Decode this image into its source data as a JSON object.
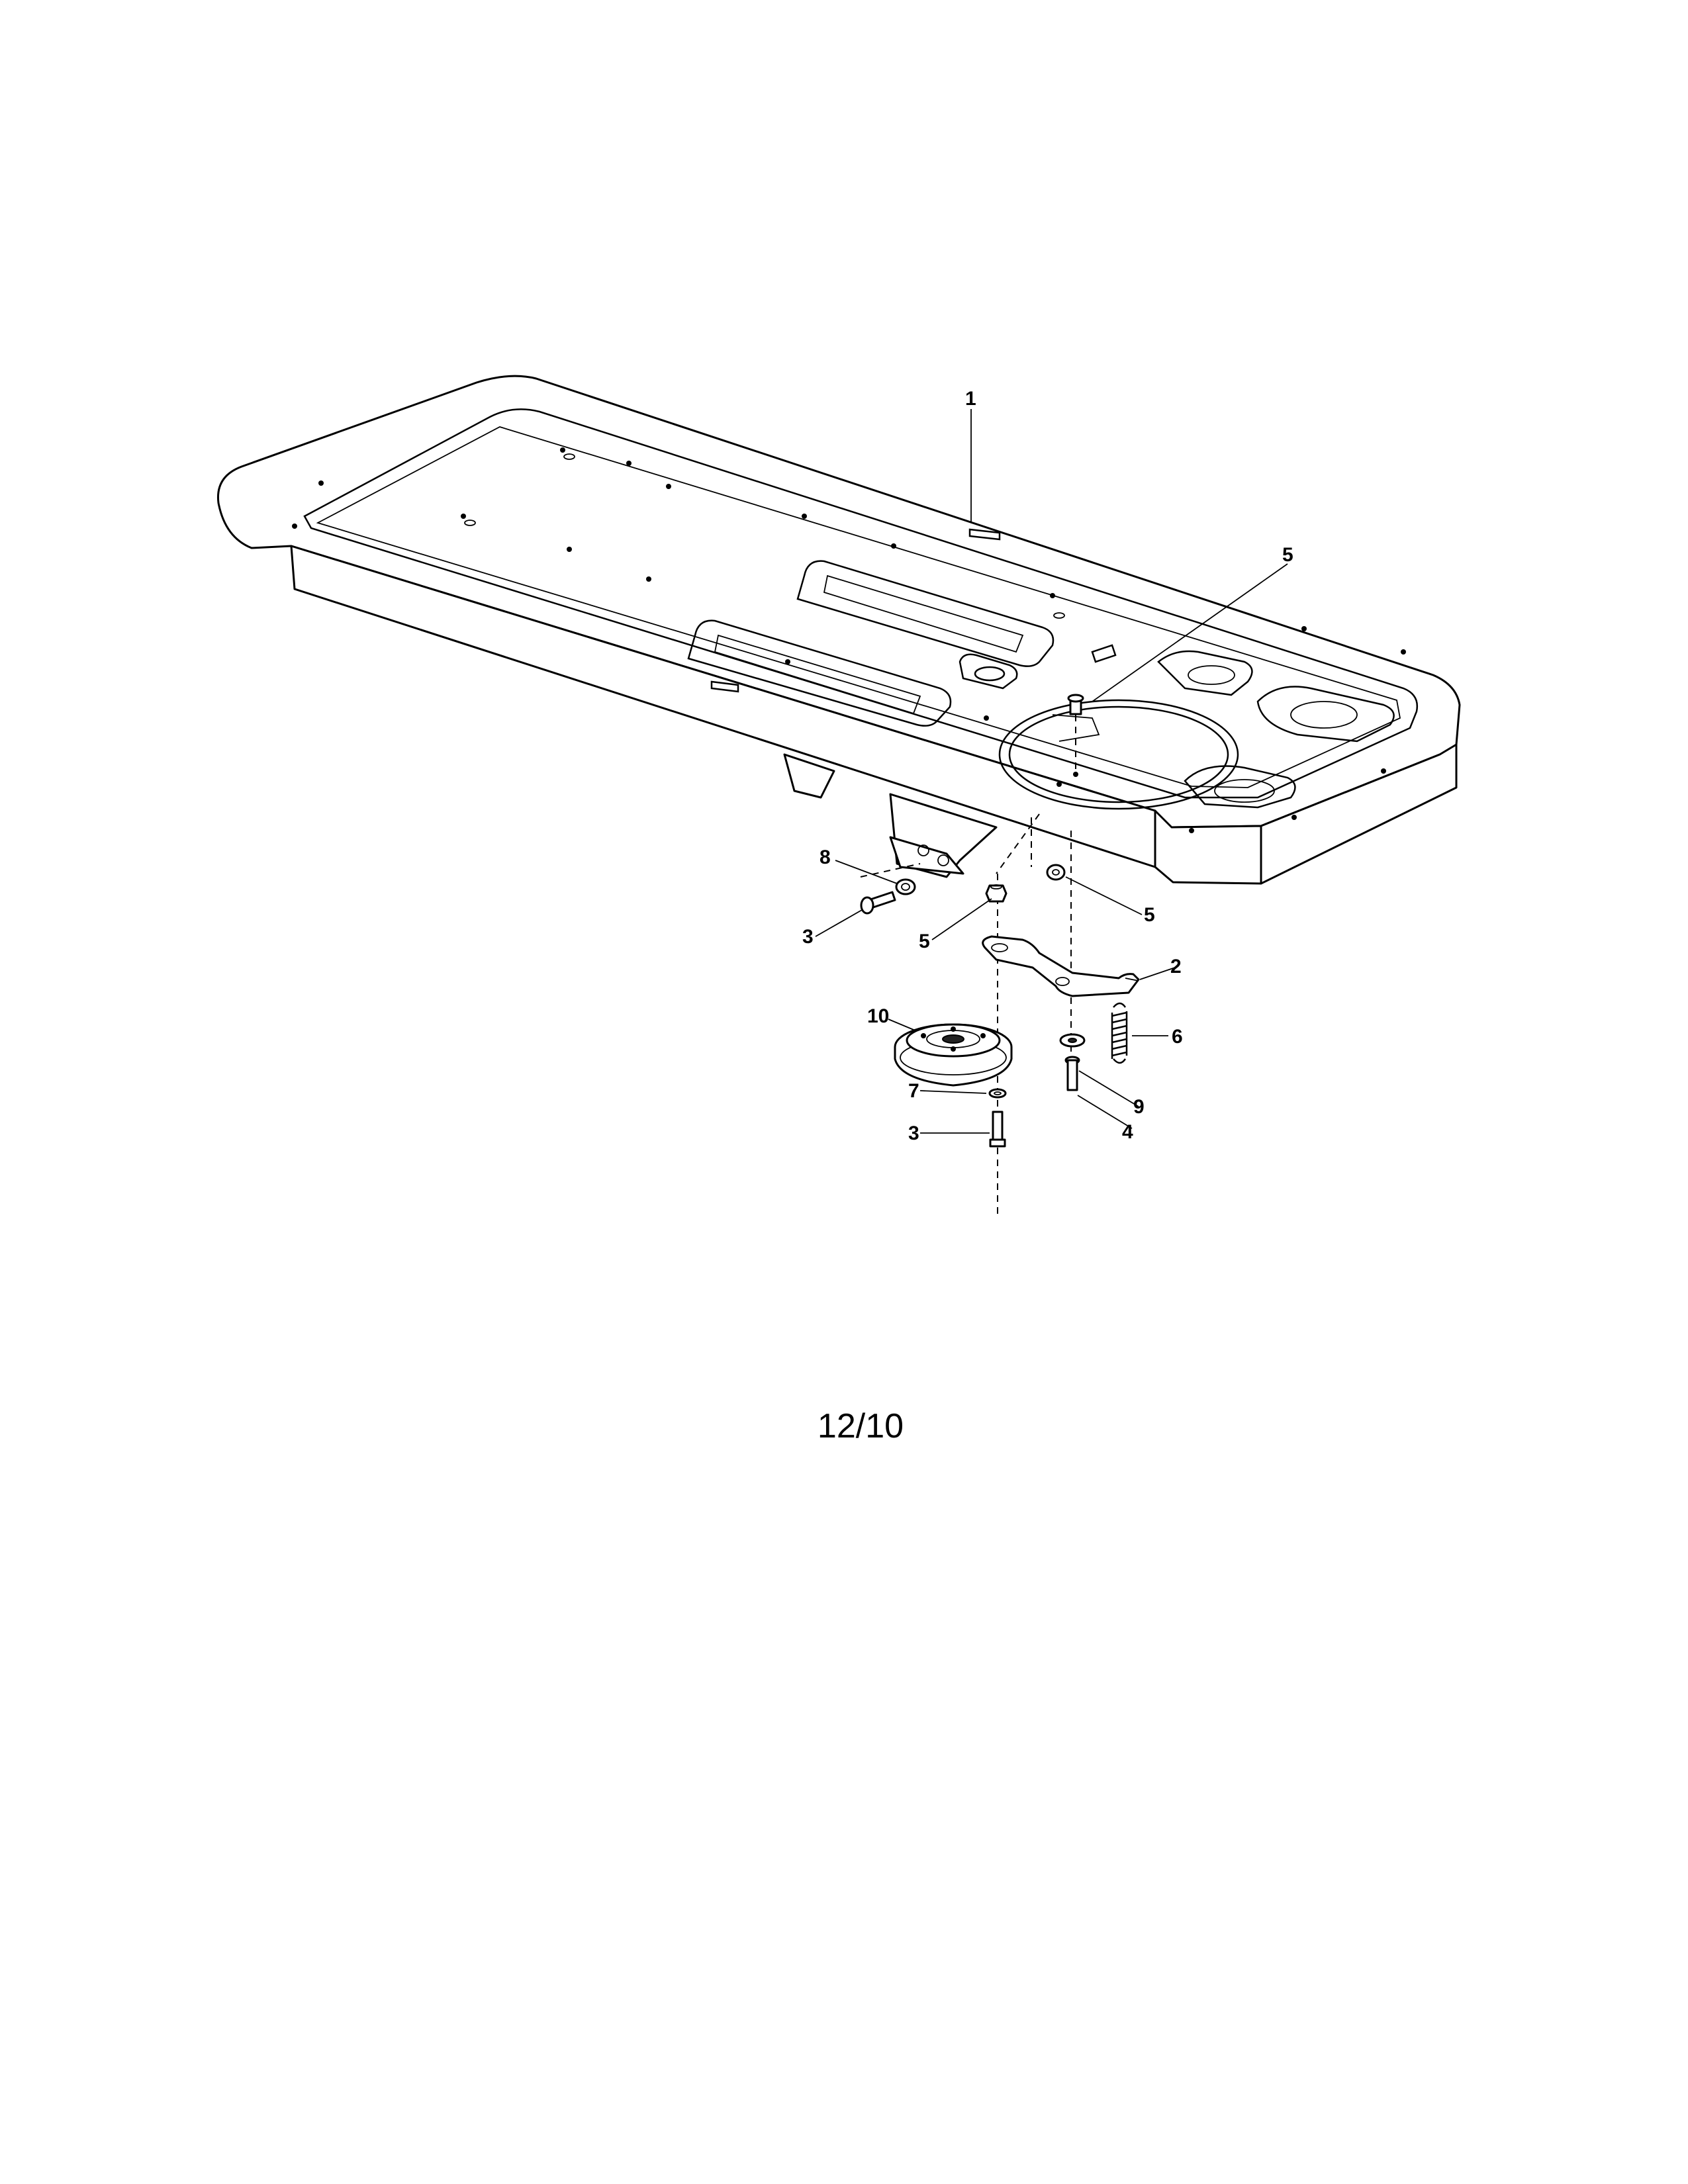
{
  "diagram": {
    "callouts": [
      {
        "id": "c1",
        "label": "1"
      },
      {
        "id": "c2",
        "label": "2"
      },
      {
        "id": "c3a",
        "label": "3"
      },
      {
        "id": "c3b",
        "label": "3"
      },
      {
        "id": "c4",
        "label": "4"
      },
      {
        "id": "c5a",
        "label": "5"
      },
      {
        "id": "c5b",
        "label": "5"
      },
      {
        "id": "c5c",
        "label": "5"
      },
      {
        "id": "c6",
        "label": "6"
      },
      {
        "id": "c7",
        "label": "7"
      },
      {
        "id": "c8",
        "label": "8"
      },
      {
        "id": "c9",
        "label": "9"
      },
      {
        "id": "c10",
        "label": "10"
      }
    ]
  },
  "footer": {
    "date_code": "12/10"
  }
}
